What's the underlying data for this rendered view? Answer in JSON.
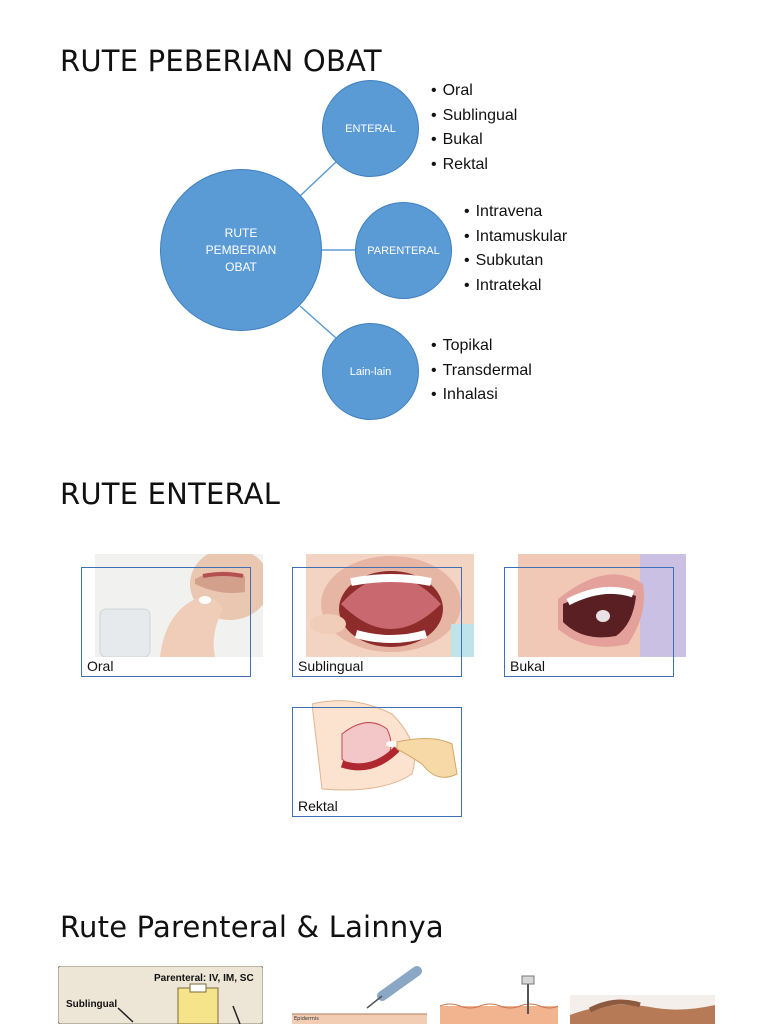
{
  "section1": {
    "title": "RUTE PEBERIAN OBAT",
    "center": {
      "line1": "RUTE",
      "line2": "PEMBERIAN",
      "line3": "OBAT"
    },
    "branches": [
      {
        "label": "ENTERAL",
        "items": [
          "Oral",
          "Sublingual",
          "Bukal",
          "Rektal"
        ]
      },
      {
        "label": "PARENTERAL",
        "items": [
          "Intravena",
          "Intamuskular",
          "Subkutan",
          "Intratekal"
        ]
      },
      {
        "label": "Lain-lain",
        "items": [
          "Topikal",
          "Transdermal",
          "Inhalasi"
        ]
      }
    ],
    "colors": {
      "circle": "#5b9bd5",
      "connector": "#5b9bd5"
    }
  },
  "section2": {
    "title": "RUTE ENTERAL",
    "cards": [
      {
        "caption": "Oral",
        "image": "oral-pill-image"
      },
      {
        "caption": "Sublingual",
        "image": "sublingual-tongue-image"
      },
      {
        "caption": "Bukal",
        "image": "buccal-mouth-image"
      },
      {
        "caption": "Rektal",
        "image": "rectal-diagram-image"
      }
    ]
  },
  "section3": {
    "title": "Rute Parenteral & Lainnya",
    "diagram_labels": {
      "parenteral": "Parenteral: IV, IM, SC",
      "sublingual": "Sublingual"
    }
  }
}
